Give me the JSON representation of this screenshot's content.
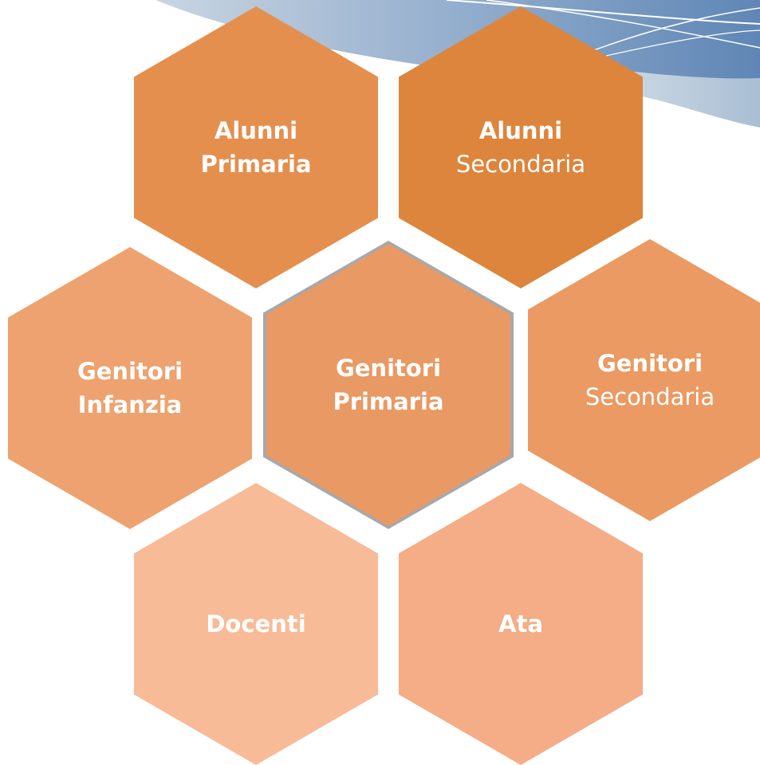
{
  "colors": {
    "alunni_primaria": "#e58f4e",
    "alunni_secondaria": "#dd853c",
    "genitori_infanzia": "#eea26f",
    "genitori_primaria": "#e99963",
    "genitori_secondaria": "#ea9a62",
    "docenti": "#f8bb98",
    "ata": "#f4ad86",
    "swoosh_light": "#c7d3e0",
    "swoosh_dark": "#6f93bd"
  },
  "hexagons": {
    "alunni_primaria": {
      "line1": "Alunni",
      "line2": "Primaria"
    },
    "alunni_secondaria": {
      "line1": "Alunni",
      "line2": "Secondaria"
    },
    "genitori_infanzia": {
      "line1": "Genitori",
      "line2": "Infanzia"
    },
    "genitori_primaria": {
      "line1": "Genitori",
      "line2": "Primaria"
    },
    "genitori_secondaria": {
      "line1": "Genitori",
      "line2": "Secondaria"
    },
    "docenti": {
      "line1": "Docenti"
    },
    "ata": {
      "line1": "Ata"
    }
  }
}
